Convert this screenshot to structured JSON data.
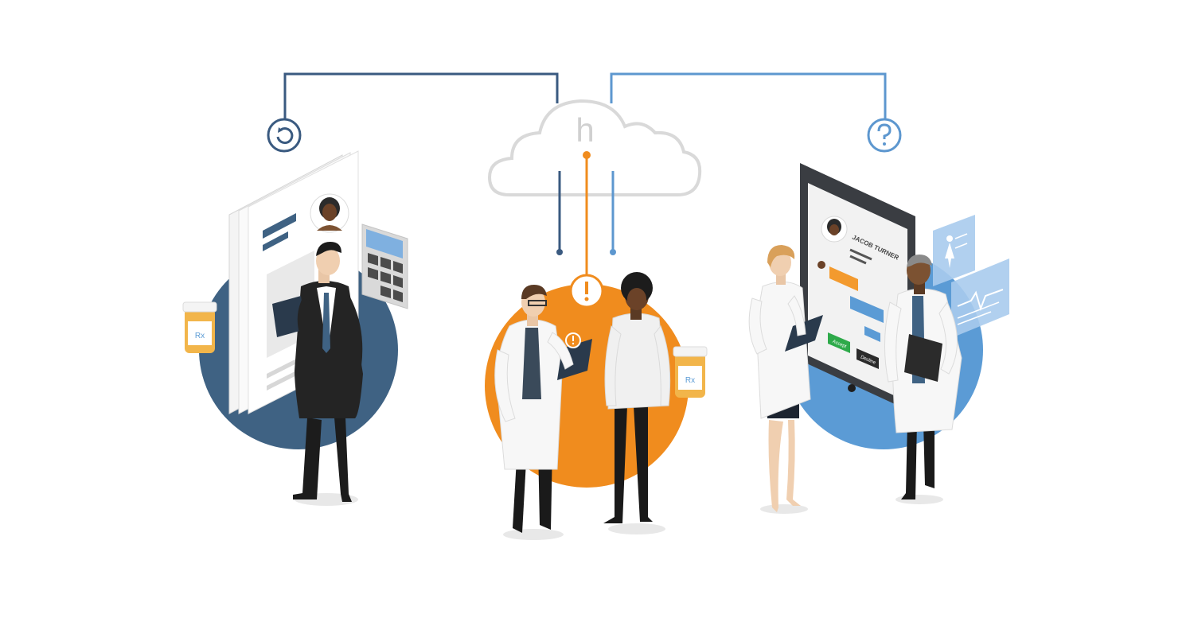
{
  "scene": {
    "cloud_letter": "h",
    "left_badge_icon": "refresh-icon",
    "right_badge_icon": "question-icon",
    "alert_icon": "exclamation-icon"
  },
  "left_group": {
    "rx_label": "Rx"
  },
  "center_group": {
    "rx_label": "Rx"
  },
  "right_group": {
    "tablet_patient_name": "JACOB TURNER",
    "accept_label": "Accept",
    "decline_label": "Decline"
  },
  "colors": {
    "navy": "#3f6283",
    "line_dark": "#3a5a80",
    "line_blue": "#5d97cf",
    "orange": "#f08c1e",
    "blue": "#5b9bd5",
    "cloud": "#d9d9d9",
    "green": "#2eaa4a"
  }
}
